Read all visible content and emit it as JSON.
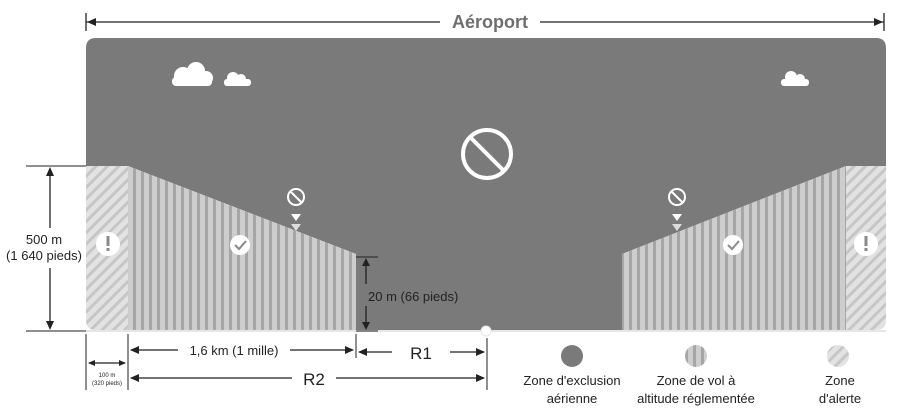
{
  "title": "Aéroport",
  "dimensions": {
    "height_500": "500 m",
    "height_500_ft": "(1 640 pieds)",
    "height_20": "20 m (66 pieds)",
    "dist_1_6": "1,6 km (1 mille)",
    "r1": "R1",
    "r2": "R2",
    "dist_100": "100 m",
    "dist_100_ft": "(320 pieds)"
  },
  "legend": {
    "exclusion_line1": "Zone d'exclusion",
    "exclusion_line2": "aérienne",
    "restricted_line1": "Zone de vol à",
    "restricted_line2": "altitude réglementée",
    "alert_line1": "Zone",
    "alert_line2": "d'alerte"
  },
  "icons": {
    "cloud": "cloud-icon",
    "no_entry": "no-entry-icon",
    "check": "check-icon",
    "warning": "exclamation-icon"
  },
  "colors": {
    "exclusion": "#7a7a7a",
    "restricted_light": "#c8c8c8",
    "restricted_dark": "#9c9c9c",
    "alert_light": "#dcdcdc",
    "alert_dark": "#c2c2c2",
    "text": "#222222",
    "title": "#6e6e6e"
  }
}
